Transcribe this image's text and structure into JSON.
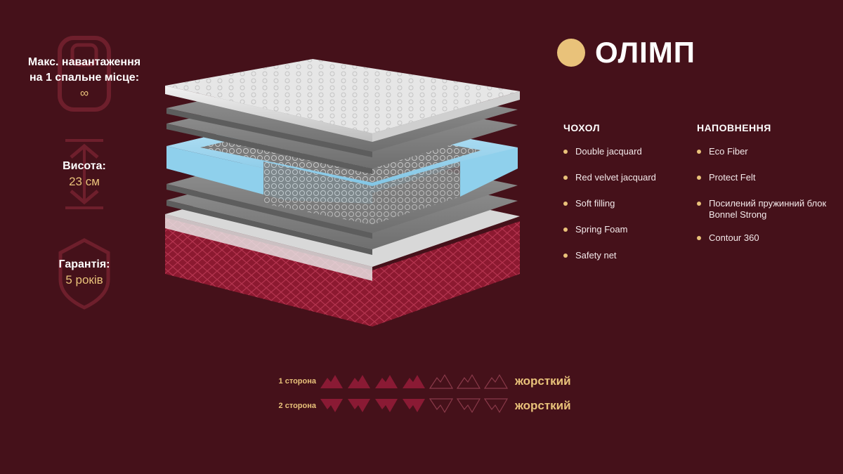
{
  "specs": {
    "load": {
      "label_line1": "Макс. навантаження",
      "label_line2": "на 1 спальне місце:",
      "value": "∞"
    },
    "height": {
      "label": "Висота:",
      "value": "23 см"
    },
    "warranty": {
      "label": "Гарантія:",
      "value": "5 років"
    }
  },
  "brand": {
    "name": "ОЛІМП"
  },
  "cover": {
    "title": "ЧОХОЛ",
    "items": [
      "Double jacquard",
      "Red velvet jacquard",
      "Soft filling",
      "Spring Foam",
      "Safety net"
    ]
  },
  "filling": {
    "title": "НАПОВНЕННЯ",
    "items": [
      "Eco Fiber",
      "Protect Felt",
      "Посилений пружинний блок Bonnel Strong",
      "Contour 360"
    ]
  },
  "hardness": [
    {
      "side": "1 сторона",
      "level": 4,
      "max": 7,
      "word": "жорсткий"
    },
    {
      "side": "2 сторона",
      "level": 4,
      "max": 7,
      "word": "жорсткий"
    }
  ],
  "colors": {
    "background": "#45111a",
    "accent": "#e9c27a",
    "hardness_fill": "#8a1a34",
    "cover_red": "#8c1930"
  },
  "icons": {
    "load": "weight-icon",
    "height": "height-arrows-icon",
    "warranty": "shield-icon",
    "bullet": "dot-icon"
  }
}
